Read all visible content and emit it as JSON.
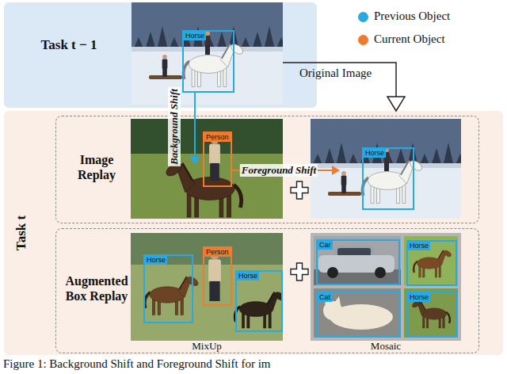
{
  "diagram": {
    "caption": "Figure 1: Background Shift and Foreground Shift for im",
    "nodes": [
      {
        "text": [
          "Task t − 1"
        ]
      },
      {
        "text": [
          "Horse"
        ],
        "in": 0
      },
      {
        "text": [
          "Task t"
        ]
      },
      {
        "text": [
          "Image Replay"
        ],
        "in": 2
      },
      {
        "text": [
          "Person"
        ],
        "in": 3
      },
      {
        "text": [
          "Horse"
        ],
        "in": 3
      },
      {
        "text": [
          "Augmented Box Replay"
        ],
        "in": 2
      },
      {
        "text": [
          "Horse"
        ],
        "in": 6
      },
      {
        "text": [
          "Person"
        ],
        "in": 6
      },
      {
        "text": [
          "Horse"
        ],
        "in": 6
      },
      {
        "text": [
          "Car"
        ],
        "in": 6
      },
      {
        "text": [
          "Horse"
        ],
        "in": 6
      },
      {
        "text": [
          "Cat"
        ],
        "in": 6
      },
      {
        "text": [
          "Horse"
        ],
        "in": 6
      }
    ],
    "labels": [
      "Original Image",
      "Background Shift",
      "Foreground Shift",
      "MixUp",
      "Mosaic"
    ],
    "legend": [
      {
        "text": "Previous Object",
        "color": "#29a9e1"
      },
      {
        "text": "Current Object",
        "color": "#ec7c30"
      }
    ]
  }
}
